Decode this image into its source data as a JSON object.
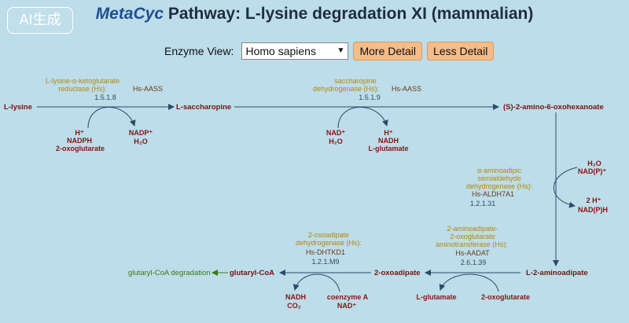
{
  "badge": "AI生成",
  "title": {
    "brand": "MetaCyc",
    "rest": " Pathway: L-lysine degradation XI (mammalian)"
  },
  "toolbar": {
    "enzyme_view_label": "Enzyme View:",
    "organism_selected": "Homo sapiens",
    "more_detail_label": "More Detail",
    "less_detail_label": "Less Detail"
  },
  "compounds": {
    "lysine": "L-lysine",
    "saccharopine": "L-saccharopine",
    "amino_oxohexanoate": "(S)-2-amino-6-oxohexanoate",
    "aminoadipate": "L-2-aminoadipate",
    "oxoadipate": "2-oxoadipate",
    "glutaryl_coa": "glutaryl-CoA",
    "glutaryl_coa_degradation": "glutaryl-CoA degradation"
  },
  "reactions": {
    "r1": {
      "enzyme_line1": "L-lysine-α-ketoglutarate",
      "enzyme_line2": "reductase (Hs):",
      "gene": "Hs-AASS",
      "ec": "1.5.1.8",
      "in_h": "H⁺",
      "in_nadph": "NADPH",
      "in_oxoglutarate": "2-oxoglutarate",
      "out_nadp": "NADP⁺",
      "out_h2o": "H₂O"
    },
    "r2": {
      "enzyme_line1": "saccharopine",
      "enzyme_line2": "dehydrogenase (Hs):",
      "gene": "Hs-AASS",
      "ec": "1.5.1.9",
      "in_nad": "NAD⁺",
      "in_h2o": "H₂O",
      "out_h": "H⁺",
      "out_nadh": "NADH",
      "out_glutamate": "L-glutamate"
    },
    "r3": {
      "enzyme_line1": "α-aminoadipic",
      "enzyme_line2": "semialdehyde",
      "enzyme_line3": "dehydrogenase (Hs):",
      "gene": "Hs-ALDH7A1",
      "ec": "1.2.1.31",
      "in_h2o": "H₂O",
      "in_nadp": "NAD(P)⁺",
      "out_h": "2 H⁺",
      "out_nadph": "NAD(P)H"
    },
    "r4": {
      "enzyme_line1": "2-aminoadipate-",
      "enzyme_line2": "2-oxoglutarate",
      "enzyme_line3": "aminotransferase (Hs):",
      "gene": "Hs-AADAT",
      "ec": "2.6.1.39",
      "in_oxoglutarate": "2-oxoglutarate",
      "out_glutamate": "L-glutamate"
    },
    "r5": {
      "enzyme_line1": "2-oxoadipate",
      "enzyme_line2": "dehydrogenase (Hs):",
      "gene": "Hs-DHTKD1",
      "ec": "1.2.1.M9",
      "in_coa": "coenzyme A",
      "in_nad": "NAD⁺",
      "out_nadh": "NADH",
      "out_co2": "CO₂"
    }
  },
  "colors": {
    "background": "#bcdde9",
    "arrow": "#2e4a6a",
    "compound": "#7a1010",
    "enzyme": "#b8860b",
    "link": "#3d7a10",
    "button": "#f5bc88"
  }
}
